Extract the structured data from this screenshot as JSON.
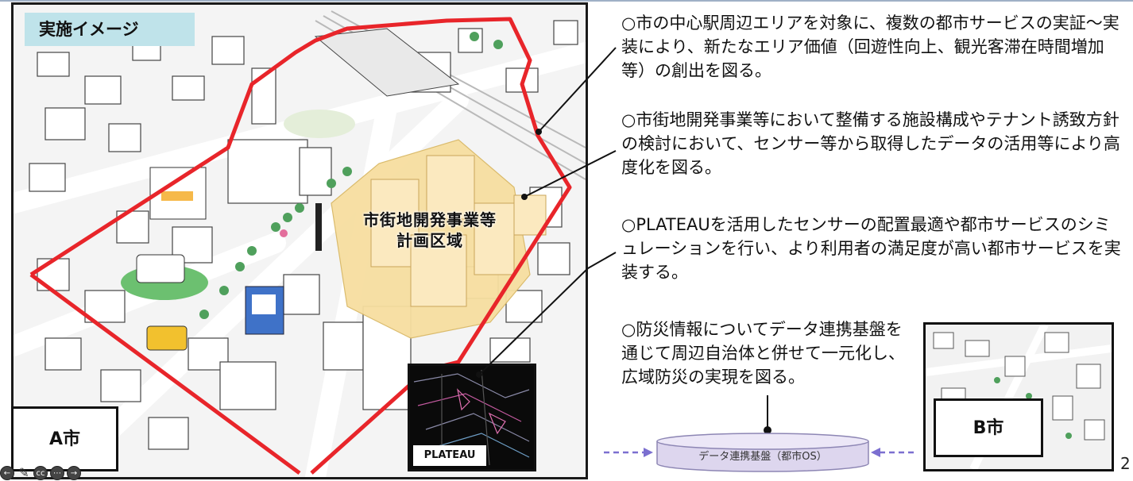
{
  "illustration": {
    "title": "実施イメージ",
    "development_area_label_line1": "市街地開発事業等",
    "development_area_label_line2": "計画区域",
    "city_a_label": "A市",
    "plateau_label": "PLATEAU"
  },
  "bullets": [
    "○市の中心駅周辺エリアを対象に、複数の都市サービスの実証～実装により、新たなエリア価値（回遊性向上、観光客滞在時間増加等）の創出を図る。",
    "○市街地開発事業等において整備する施設構成やテナント誘致方針の検討において、センサー等から取得したデータの活用等により高度化を図る。",
    "○PLATEAUを活用したセンサーの配置最適や都市サービスのシミュレーションを行い、より利用者の満足度が高い都市サービスを実装する。",
    "○防災情報についてデータ連携基盤を通じて周辺自治体と併せて一元化し、広域防災の実現を図る。"
  ],
  "city_b_label": "B市",
  "data_platform_label": "データ連携基盤（都市OS）",
  "page_number": "2",
  "colors": {
    "boundary_red": "#e8252a",
    "title_tag_bg": "#bfe3ea",
    "development_area_fill": "#f7dea0",
    "arrow_purple": "#7b6fd0",
    "platform_fill": "#ddd6ee"
  },
  "player_controls": [
    "prev-icon",
    "pen-icon",
    "cc-icon",
    "more-icon",
    "next-icon"
  ]
}
